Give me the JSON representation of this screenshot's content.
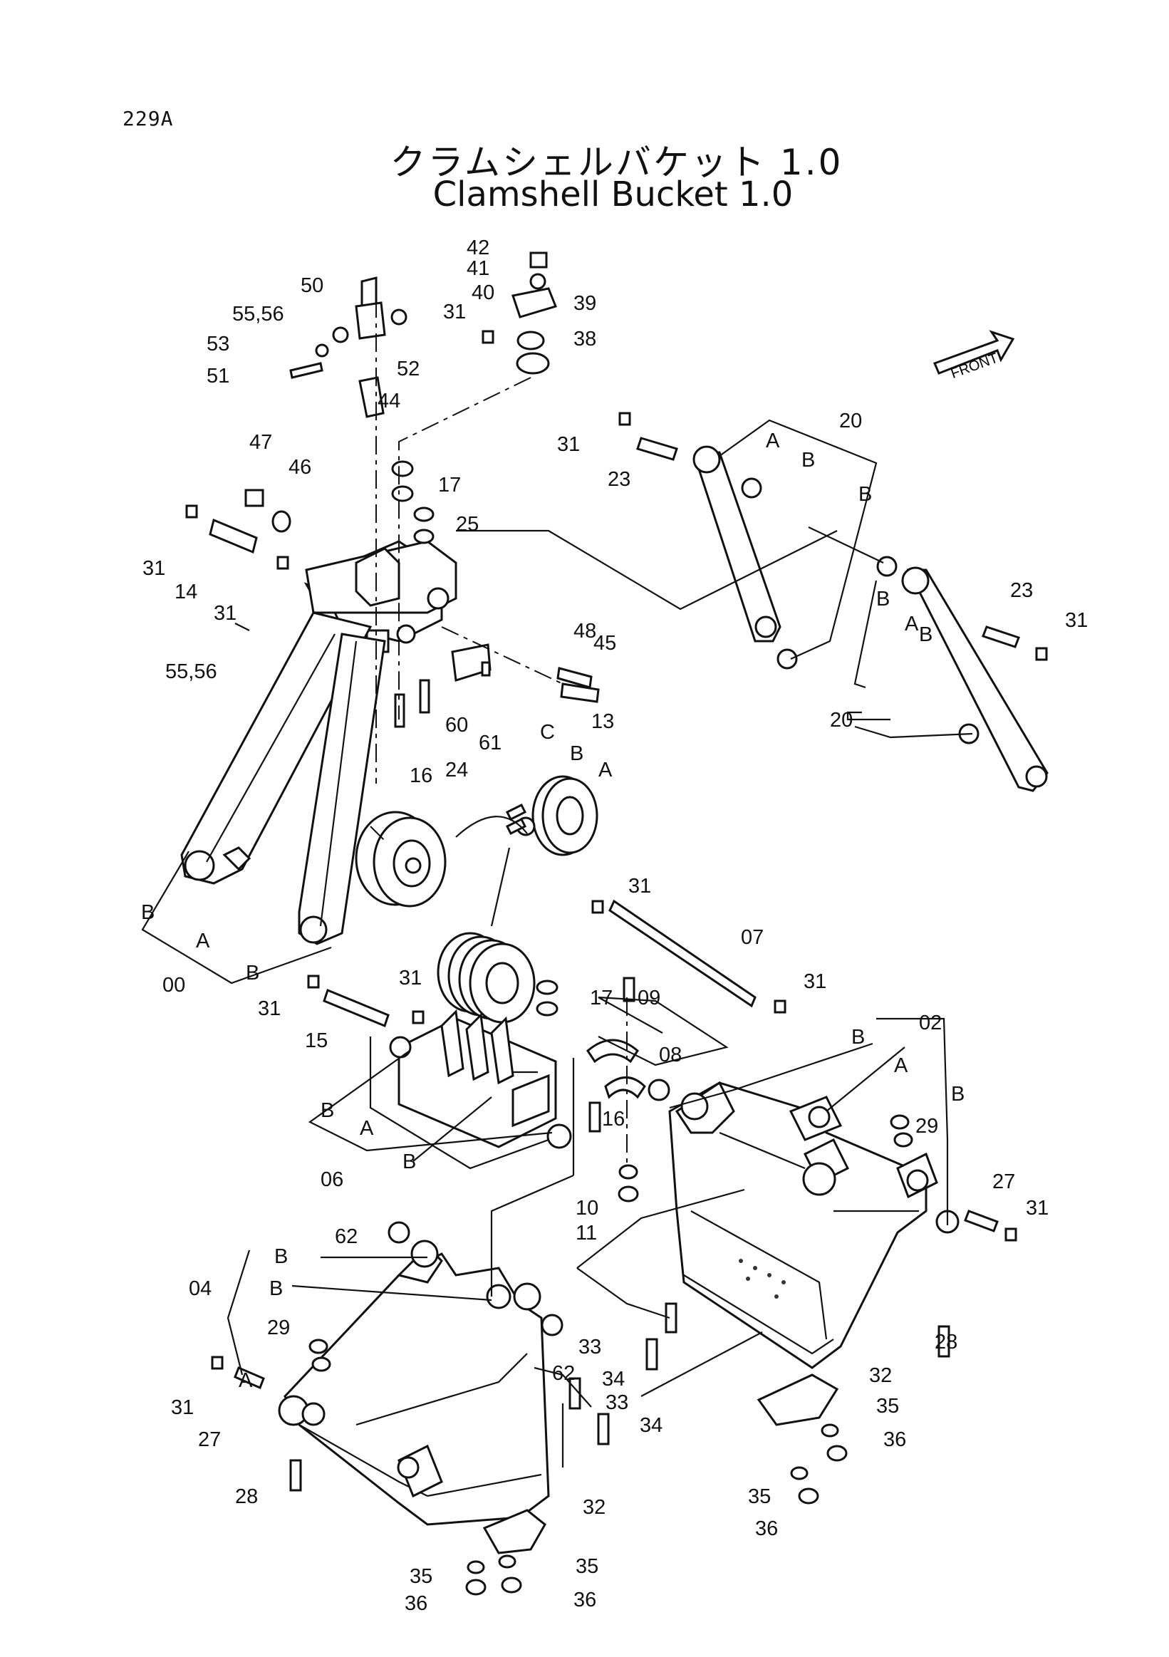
{
  "page_code": "229A",
  "title_jp": "クラムシェルバケット 1.0",
  "title_en": "Clamshell Bucket 1.0",
  "front_label": "FRONT",
  "callouts": [
    {
      "label": "42"
    },
    {
      "label": "41"
    },
    {
      "label": "40"
    },
    {
      "label": "39"
    },
    {
      "label": "31"
    },
    {
      "label": "38"
    },
    {
      "label": "50"
    },
    {
      "label": "55,56"
    },
    {
      "label": "53"
    },
    {
      "label": "51"
    },
    {
      "label": "52"
    },
    {
      "label": "44"
    },
    {
      "label": "47"
    },
    {
      "label": "46"
    },
    {
      "label": "17"
    },
    {
      "label": "25"
    },
    {
      "label": "31"
    },
    {
      "label": "14"
    },
    {
      "label": "31"
    },
    {
      "label": "55,56"
    },
    {
      "label": "31"
    },
    {
      "label": "23"
    },
    {
      "label": "20"
    },
    {
      "label": "23"
    },
    {
      "label": "31"
    },
    {
      "label": "20"
    },
    {
      "label": "48"
    },
    {
      "label": "45"
    },
    {
      "label": "60"
    },
    {
      "label": "61"
    },
    {
      "label": "16"
    },
    {
      "label": "24"
    },
    {
      "label": "13"
    },
    {
      "label": "00"
    },
    {
      "label": "31"
    },
    {
      "label": "07"
    },
    {
      "label": "31"
    },
    {
      "label": "31"
    },
    {
      "label": "31"
    },
    {
      "label": "15"
    },
    {
      "label": "17"
    },
    {
      "label": "09"
    },
    {
      "label": "02"
    },
    {
      "label": "08"
    },
    {
      "label": "16"
    },
    {
      "label": "06"
    },
    {
      "label": "29"
    },
    {
      "label": "10"
    },
    {
      "label": "11"
    },
    {
      "label": "27"
    },
    {
      "label": "31"
    },
    {
      "label": "62"
    },
    {
      "label": "04"
    },
    {
      "label": "29"
    },
    {
      "label": "33"
    },
    {
      "label": "28"
    },
    {
      "label": "34"
    },
    {
      "label": "62"
    },
    {
      "label": "33"
    },
    {
      "label": "32"
    },
    {
      "label": "31"
    },
    {
      "label": "27"
    },
    {
      "label": "34"
    },
    {
      "label": "35"
    },
    {
      "label": "36"
    },
    {
      "label": "28"
    },
    {
      "label": "35"
    },
    {
      "label": "36"
    },
    {
      "label": "32"
    },
    {
      "label": "35"
    },
    {
      "label": "35"
    },
    {
      "label": "36"
    },
    {
      "label": "36"
    }
  ],
  "letters": [
    {
      "label": "A"
    },
    {
      "label": "B"
    },
    {
      "label": "B"
    },
    {
      "label": "B"
    },
    {
      "label": "A"
    },
    {
      "label": "B"
    },
    {
      "label": "C"
    },
    {
      "label": "B"
    },
    {
      "label": "A"
    },
    {
      "label": "B"
    },
    {
      "label": "A"
    },
    {
      "label": "B"
    },
    {
      "label": "B"
    },
    {
      "label": "A"
    },
    {
      "label": "B"
    },
    {
      "label": "B"
    },
    {
      "label": "A"
    },
    {
      "label": "B"
    },
    {
      "label": "B"
    },
    {
      "label": "B"
    },
    {
      "label": "A"
    }
  ]
}
